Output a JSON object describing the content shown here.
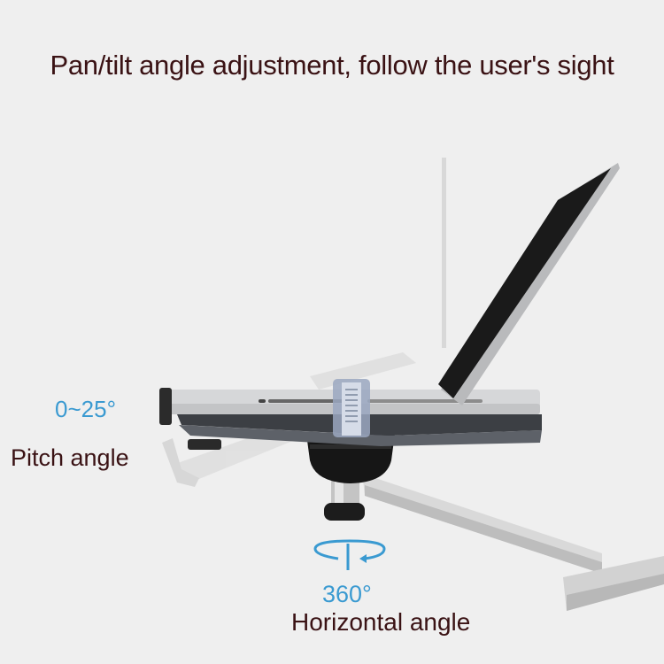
{
  "headline": "Pan/tilt angle adjustment, follow the user's sight",
  "pitch": {
    "value": "0~25°",
    "label": "Pitch angle"
  },
  "horizontal": {
    "value": "360°",
    "label": "Horizontal angle",
    "icon": "rotate-horizontal-icon"
  },
  "product": {
    "subject": "laptop-stand-arm",
    "laptop_icon": "laptop-icon"
  },
  "colors": {
    "background": "#efefef",
    "headline_text": "#3a1214",
    "accent_blue": "#3a9ad1",
    "aluminum": "#cfd0d2",
    "screen": "#1a1a1a"
  }
}
